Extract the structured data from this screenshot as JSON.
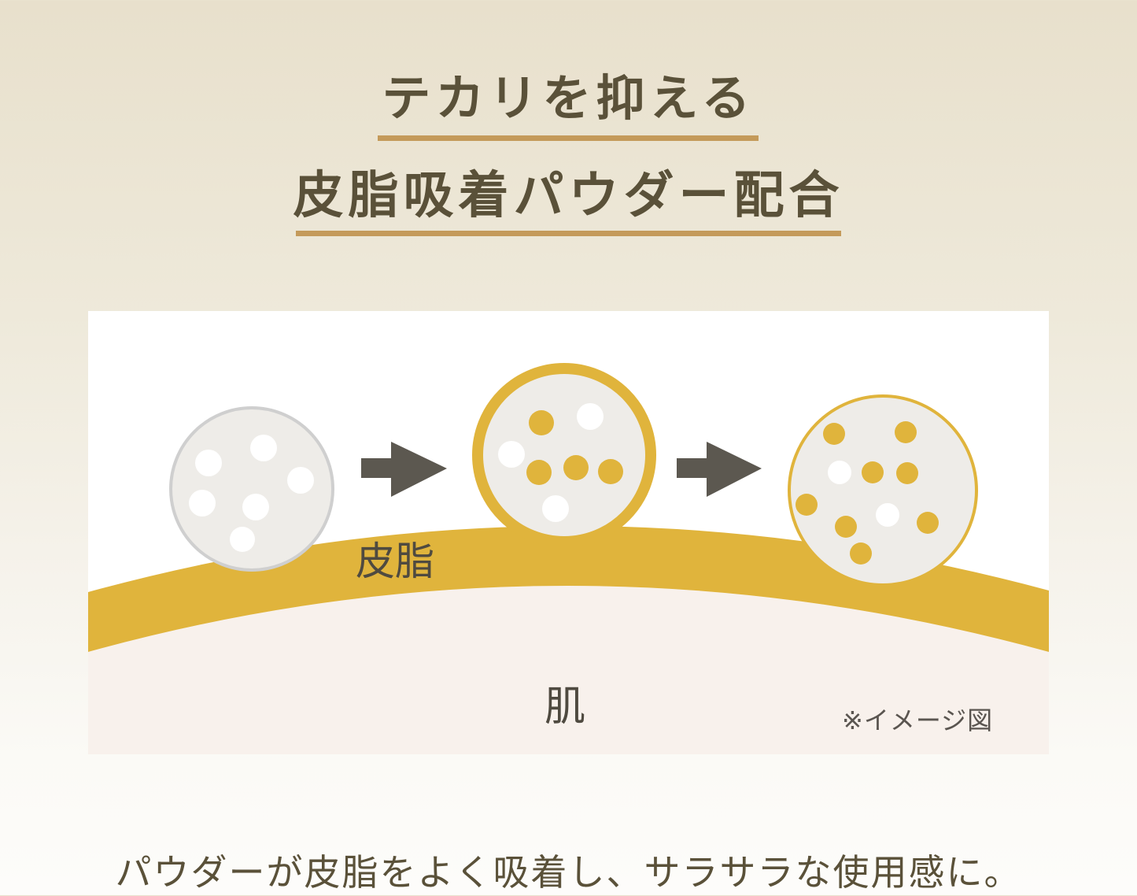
{
  "header": {
    "line1": "テカリを抑える",
    "line2": "皮脂吸着パウダー配合"
  },
  "diagram": {
    "sebum_label": "皮脂",
    "skin_label": "肌",
    "note": "※イメージ図",
    "stages": [
      {
        "name": "powder-before",
        "description": "powder particle with white pores"
      },
      {
        "name": "powder-absorbing",
        "description": "powder absorbing sebum"
      },
      {
        "name": "powder-after",
        "description": "powder saturated with sebum"
      }
    ],
    "colors": {
      "sebum": "#e0b43c",
      "skin": "#f8f1ec",
      "particle": "#eeece8",
      "arrow": "#5c5850",
      "rule": "#c49a5a",
      "text": "#5a5139"
    }
  },
  "caption": "パウダーが皮脂をよく吸着し、サラサラな使用感に。"
}
